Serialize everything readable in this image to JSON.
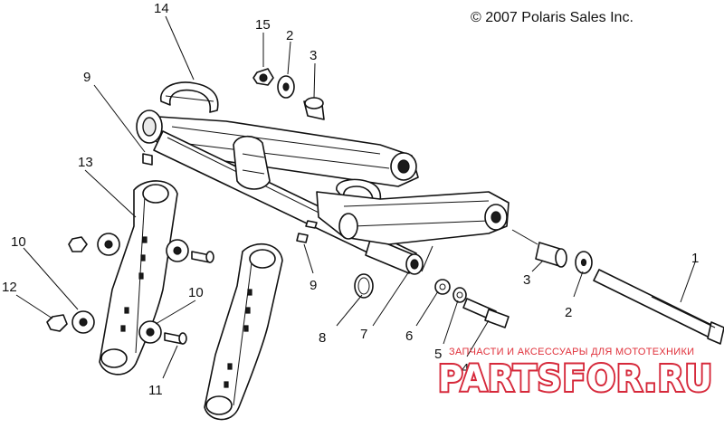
{
  "copyright": "© 2007 Polaris Sales Inc.",
  "callouts": [
    {
      "id": "c14",
      "label": "14"
    },
    {
      "id": "c15",
      "label": "15"
    },
    {
      "id": "c2a",
      "label": "2"
    },
    {
      "id": "c3a",
      "label": "3"
    },
    {
      "id": "c9a",
      "label": "9"
    },
    {
      "id": "c13",
      "label": "13"
    },
    {
      "id": "c10a",
      "label": "10"
    },
    {
      "id": "c12",
      "label": "12"
    },
    {
      "id": "c10b",
      "label": "10"
    },
    {
      "id": "c11",
      "label": "11"
    },
    {
      "id": "c9b",
      "label": "9"
    },
    {
      "id": "c8",
      "label": "8"
    },
    {
      "id": "c7",
      "label": "7"
    },
    {
      "id": "c6",
      "label": "6"
    },
    {
      "id": "c5",
      "label": "5"
    },
    {
      "id": "c4",
      "label": "4"
    },
    {
      "id": "c3b",
      "label": "3"
    },
    {
      "id": "c2b",
      "label": "2"
    },
    {
      "id": "c1",
      "label": "1"
    }
  ],
  "watermark": {
    "subtitle": "ЗАПЧАСТИ И АКСЕССУАРЫ ДЛЯ МОТОТЕХНИКИ",
    "brand": "PARTSFOR.RU",
    "brand_color": "#d6283a"
  }
}
